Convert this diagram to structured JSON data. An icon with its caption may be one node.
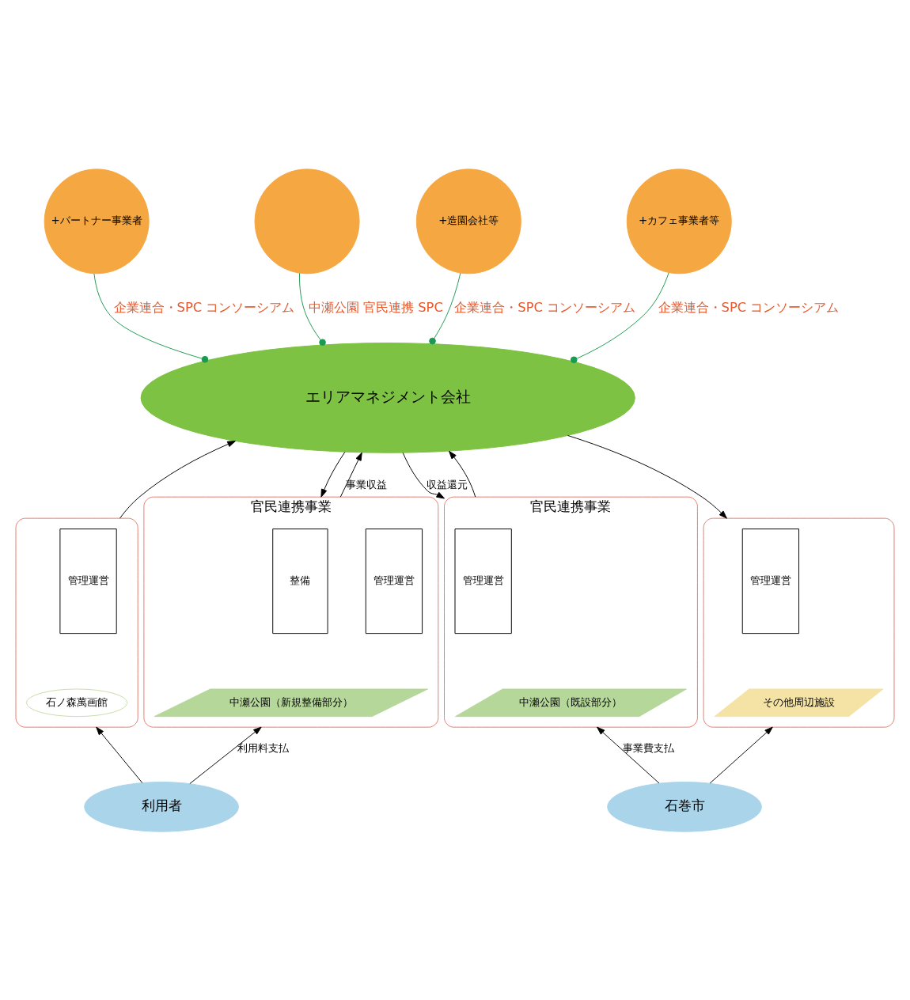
{
  "diagram": {
    "nodes": [
      {
        "text": [
          "+パートナー事業者"
        ]
      },
      {
        "text": [],
        "shape": "circle"
      },
      {
        "text": [
          "+造園会社等"
        ]
      },
      {
        "text": [
          "+カフェ事業者等"
        ]
      },
      {
        "text": [
          "エリアマネジメント会社"
        ]
      },
      {
        "text": [],
        "shape": "box"
      },
      {
        "text": [
          "管理運営"
        ],
        "in": 5
      },
      {
        "text": [
          "石ノ森萬画館"
        ],
        "in": 5
      },
      {
        "text": [
          "官民連携事業"
        ]
      },
      {
        "text": [
          "整備"
        ],
        "in": 8
      },
      {
        "text": [
          "管理運営"
        ],
        "in": 8
      },
      {
        "text": [
          "中瀬公園（新規整備部分）"
        ],
        "in": 8
      },
      {
        "text": [
          "官民連携事業"
        ]
      },
      {
        "text": [
          "管理運営"
        ],
        "in": 12
      },
      {
        "text": [
          "中瀬公園（既設部分）"
        ],
        "in": 12
      },
      {
        "text": [],
        "shape": "box"
      },
      {
        "text": [
          "管理運営"
        ],
        "in": 15
      },
      {
        "text": [
          "その他周辺施設"
        ],
        "in": 15
      },
      {
        "text": [
          "利用者"
        ]
      },
      {
        "text": [
          "石巻市"
        ]
      }
    ],
    "edges": [
      {
        "from": 0,
        "to": 4,
        "arrow": "other",
        "label": "企業連合・SPC コンソーシアム",
        "color": "#1a9a50"
      },
      {
        "from": 1,
        "to": 4,
        "arrow": "other",
        "label": "中瀬公園 官民連携 SPC",
        "color": "#1a9a50"
      },
      {
        "from": 2,
        "to": 4,
        "arrow": "other",
        "label": "企業連合・SPC コンソーシアム",
        "color": "#1a9a50"
      },
      {
        "from": 3,
        "to": 4,
        "arrow": "other",
        "label": "企業連合・SPC コンソーシアム",
        "color": "#1a9a50"
      },
      {
        "from": 5,
        "to": 4,
        "arrow": "to"
      },
      {
        "from": 4,
        "to": 8,
        "arrow": "to"
      },
      {
        "from": 8,
        "to": 4,
        "arrow": "to",
        "label": "事業収益"
      },
      {
        "from": 4,
        "to": 12,
        "arrow": "to",
        "label": "収益還元"
      },
      {
        "from": 12,
        "to": 4,
        "arrow": "to"
      },
      {
        "from": 4,
        "to": 15,
        "arrow": "to"
      },
      {
        "from": 18,
        "to": 5,
        "arrow": "to"
      },
      {
        "from": 18,
        "to": 8,
        "arrow": "to",
        "label": "利用料支払"
      },
      {
        "from": 19,
        "to": 12,
        "arrow": "to",
        "label": "事業費支払"
      },
      {
        "from": 19,
        "to": 15,
        "arrow": "to"
      }
    ]
  }
}
